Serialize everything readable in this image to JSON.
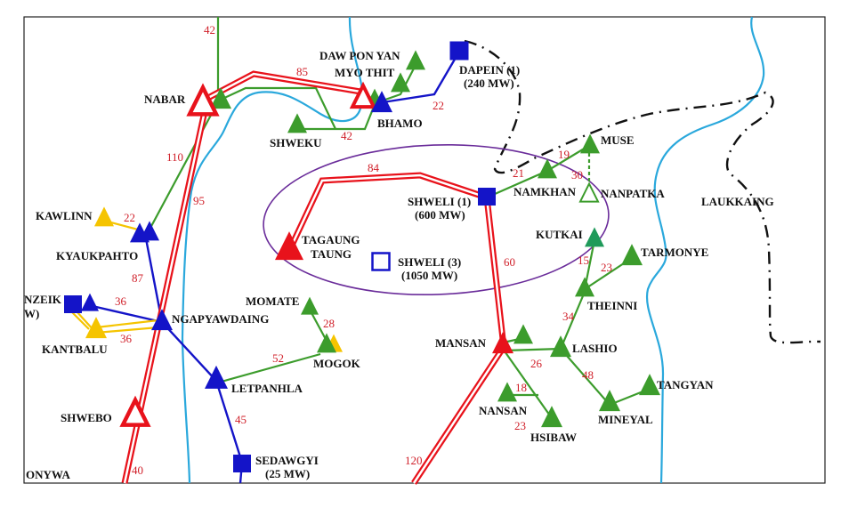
{
  "colors": {
    "hv_line": "#e8121b",
    "line_132": "#1414c8",
    "line_66": "#3c9c2c",
    "line_33": "#f5c400",
    "river": "#2aa8dc",
    "border": "#111111",
    "ellipse": "#6a2c9a"
  },
  "labels": {
    "nabar": "NABAR",
    "daw_pon_yan": "DAW PON YAN",
    "myo_thit": "MYO THIT",
    "bhamo": "BHAMO",
    "shweku": "SHWEKU",
    "dapein_1": "DAPEIN (1)",
    "dapein_mw": "(240 MW)",
    "muse": "MUSE",
    "namkhan": "NAMKHAN",
    "nanpatka": "NANPATKA",
    "laukkaing": "LAUKKAING",
    "shweli_1": "SHWELI (1)",
    "shweli_1_mw": "(600 MW)",
    "kawlinn": "KAWLINN",
    "kyaukpahto": "KYAUKPAHTO",
    "tagaung": "TAGAUNG",
    "taung": "TAUNG",
    "shweli_3": "SHWELI (3)",
    "shweli_3_mw": "(1050 MW)",
    "kutkai": "KUTKAI",
    "tarmonye": "TARMONYE",
    "theinni": "THEINNI",
    "nanzeik": "NZEIK",
    "nanzeik_mw": "W)",
    "momate": "MOMATE",
    "ngapyawdaing": "NGAPYAWDAING",
    "kantbalu": "KANTBALU",
    "mogok": "MOGOK",
    "mansan": "MANSAN",
    "lashio": "LASHIO",
    "letpanhla": "LETPANHLA",
    "tangyan": "TANGYAN",
    "nansan": "NANSAN",
    "mineyal": "MINEYAL",
    "hsibaw": "HSIBAW",
    "shwebo": "SHWEBO",
    "sedawgyi": "SEDAWGYI",
    "sedawgyi_mw": "(25 MW)",
    "monywa": "ONYWA"
  },
  "distances": {
    "nabar_north": "42",
    "nabar_bhamo": "85",
    "bhamo_dapein": "22",
    "shweku_bhamo": "42",
    "nabar_kyaukpahto": "110",
    "nabar_shwebo": "95",
    "tagaung_shweli": "84",
    "shweli_namkhan": "21",
    "namkhan_muse": "19",
    "muse_nanpatka": "30",
    "kawlinn_kyaukpahto": "22",
    "shweli_mansan": "60",
    "kutkai_theinni": "15",
    "tarmonye_theinni": "23",
    "kyaukpahto_ngapyawdaing": "87",
    "nanzeik_ngapyawdaing": "36",
    "kantbalu_ngapyawdaing": "36",
    "momate_mogok": "28",
    "theinni_lashio": "34",
    "letpanhla_mogok": "52",
    "mansan_lashio": "26",
    "lashio_mineyal": "48",
    "nansan": "18",
    "hsibaw": "23",
    "letpanhla_sedawgyi": "45",
    "shwebo_south": "40",
    "mansan_south": "120"
  }
}
